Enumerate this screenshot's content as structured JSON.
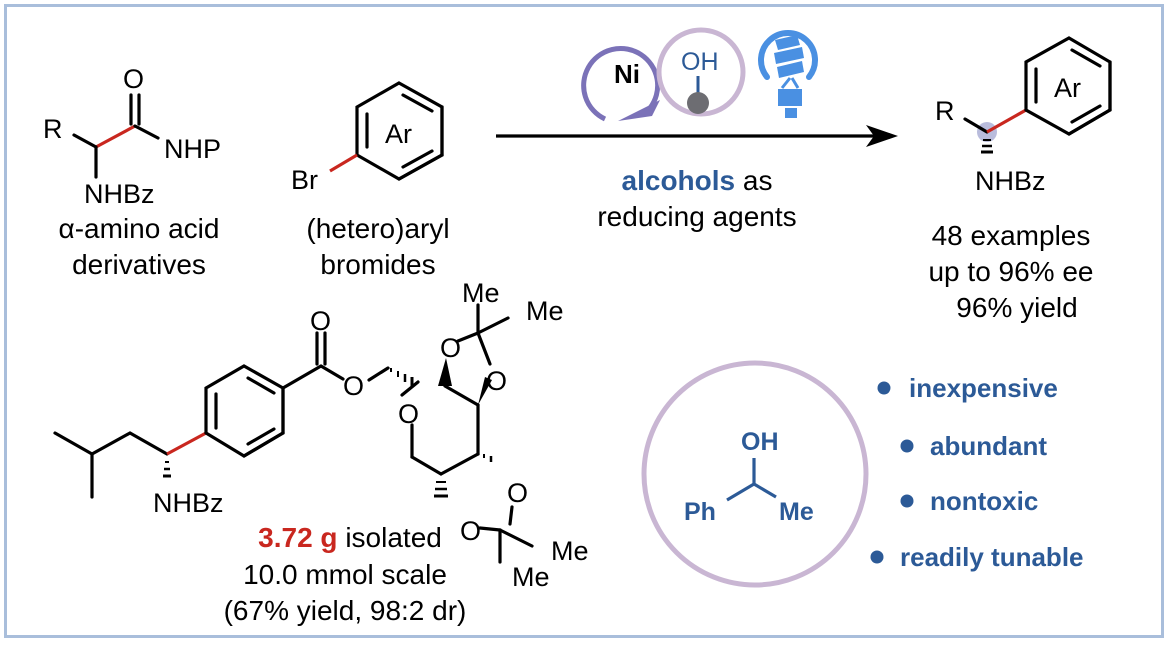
{
  "reactant_1": {
    "labels": {
      "r": "R",
      "o": "O",
      "nhp": "NHP",
      "nhbz": "NHBz"
    },
    "caption": [
      "α-amino acid",
      "derivatives"
    ]
  },
  "reactant_2": {
    "labels": {
      "br": "Br",
      "ar": "Ar"
    },
    "caption": [
      "(hetero)aryl",
      "bromides"
    ]
  },
  "conditions": {
    "ni_label": "Ni",
    "oh_label": "OH",
    "caption_bold": "alcohols",
    "caption_rest": " as",
    "caption_line2": "reducing agents"
  },
  "product": {
    "labels": {
      "r": "R",
      "ar": "Ar",
      "nhbz": "NHBz"
    },
    "stats": [
      "48 examples",
      "up to 96% ee",
      "96% yield"
    ]
  },
  "scale_up": {
    "labels": {
      "o_carbonyl": "O",
      "o_ester": "O",
      "nhbz": "NHBz",
      "o_ring": "O",
      "o1": "O",
      "o2": "O",
      "o3": "O",
      "o4": "O",
      "me": "Me"
    },
    "mass": "3.72 g",
    "mass_suffix": " isolated",
    "scale": "10.0 mmol scale",
    "result": "(67% yield, 98:2 dr)"
  },
  "reductant": {
    "labels": {
      "oh": "OH",
      "ph": "Ph",
      "me": "Me"
    },
    "features": [
      "inexpensive",
      "abundant",
      "nontoxic",
      "readily tunable"
    ]
  },
  "colors": {
    "frame": "#a9bedb",
    "accent_blue": "#2c5a97",
    "highlight_red": "#c9271f",
    "ni_cycle": "#7b72b8",
    "alcohol_circle": "#c9b6d3",
    "bulb": "#4a90e2"
  }
}
